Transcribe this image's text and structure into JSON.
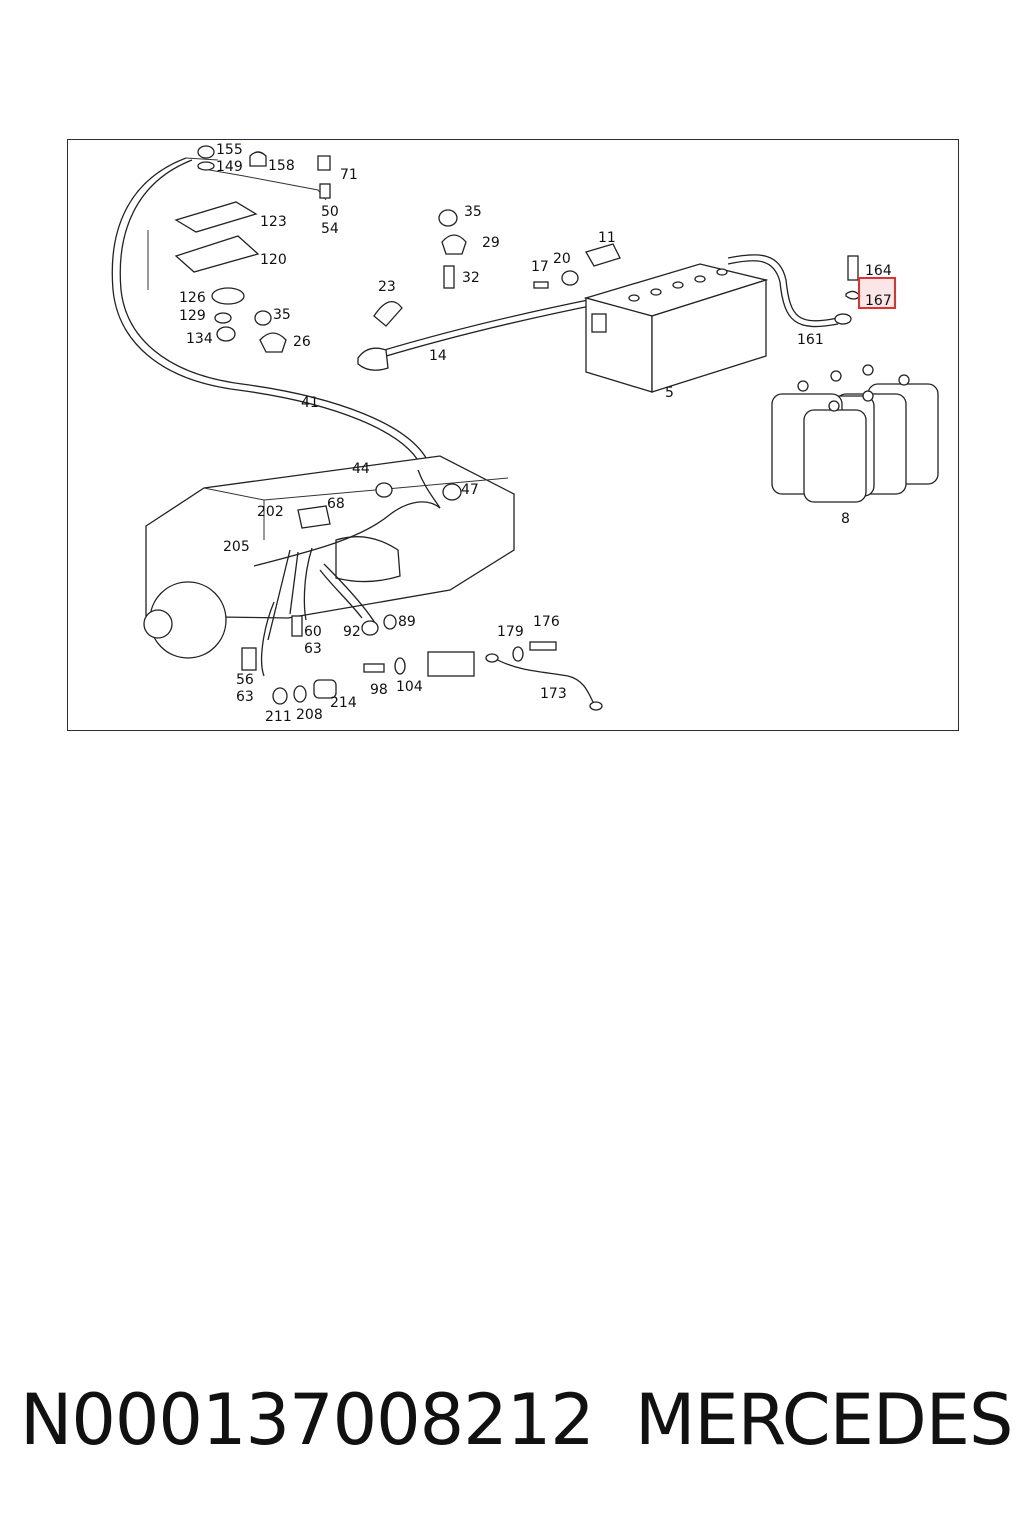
{
  "diagram": {
    "callouts": [
      "155",
      "149",
      "158",
      "71",
      "123",
      "50",
      "54",
      "120",
      "126",
      "129",
      "134",
      "35",
      "26",
      "23",
      "14",
      "41",
      "35",
      "29",
      "32",
      "17",
      "20",
      "11",
      "5",
      "164",
      "167",
      "161",
      "8",
      "44",
      "47",
      "68",
      "202",
      "205",
      "92",
      "89",
      "60",
      "63",
      "56",
      "63",
      "211",
      "208",
      "214",
      "98",
      "104",
      "179",
      "176",
      "173"
    ],
    "highlighted_callout": "167",
    "highlight_color": "#e03030"
  },
  "footer": {
    "part_number": "N000137008212",
    "brand": "MERCEDES"
  }
}
